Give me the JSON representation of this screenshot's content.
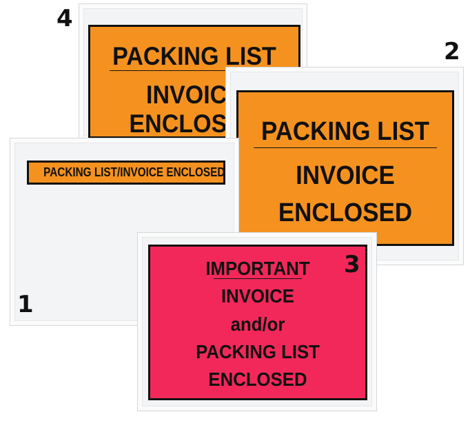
{
  "envelope_4": {
    "number": "4",
    "line1": "PACKING LIST",
    "line2": "INVOICE",
    "line3": "ENCLOSED",
    "color": "#f5921f"
  },
  "envelope_2": {
    "number": "2",
    "line1": "PACKING LIST",
    "line2": "INVOICE",
    "line3": "ENCLOSED",
    "color": "#f5921f"
  },
  "envelope_1": {
    "number": "1",
    "strip_text": "PACKING LIST/INVOICE ENCLOSED",
    "color": "#f5921f"
  },
  "envelope_3": {
    "number": "3",
    "line1": "IMPORTANT",
    "line2": "INVOICE",
    "line3": "and/or",
    "line4": "PACKING LIST",
    "line5": "ENCLOSED",
    "color": "#f2285a"
  }
}
